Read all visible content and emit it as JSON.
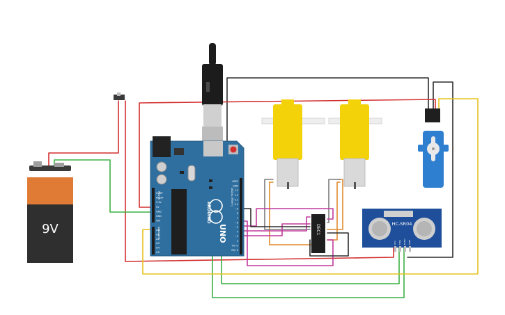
{
  "battery": {
    "label": "9V"
  },
  "arduino": {
    "brand": "ARDUINO",
    "model": "UNO",
    "power_pins": [
      "IOREF",
      "RESET",
      "3.3V",
      "5V",
      "GND",
      "GND",
      "VIN"
    ],
    "analog_pins": [
      "A0",
      "A1",
      "A2",
      "A3",
      "A4",
      "A5"
    ],
    "section_power": "POWER",
    "section_analog": "ANALOG IN",
    "section_digital": "DIGITAL (PWM~)",
    "digital_pins": [
      "AREF",
      "GND",
      "13",
      "12",
      "~11",
      "~10",
      "~9",
      "8",
      "7",
      "~6",
      "~5",
      "4",
      "~3",
      "2",
      "TX→1",
      "RX←0"
    ]
  },
  "motor_driver": {
    "label": "DEC1"
  },
  "ultrasonic": {
    "label": "HC-SR04",
    "pins": [
      "VCC",
      "TRIG",
      "ECHO",
      "GND"
    ]
  },
  "colors": {
    "red": "#d32f2f",
    "black": "#2b2b2b",
    "green": "#3cb043",
    "yellow": "#e6c31e",
    "orange": "#e08a2c",
    "magenta": "#c2399b",
    "gray": "#7a7a7a",
    "board": "#2f6f9f",
    "motor": "#f3d20a",
    "servo": "#2f7fd1"
  }
}
